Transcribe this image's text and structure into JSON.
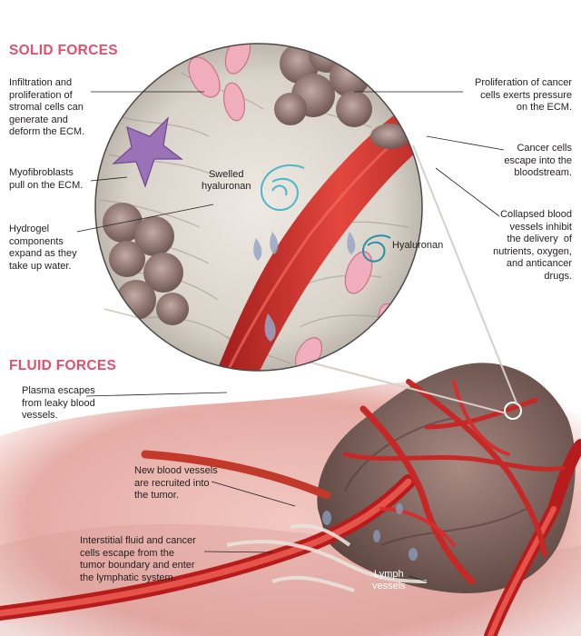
{
  "solid_forces": {
    "heading": "SOLID FORCES",
    "annotations": [
      {
        "id": "stromal",
        "text": "Infiltration and\nproliferation of\nstromal cells can\ngenerate and\ndeform the ECM."
      },
      {
        "id": "myofibroblasts",
        "text": "Myofibroblasts\npull on the ECM."
      },
      {
        "id": "hydrogel",
        "text": "Hydrogel\ncomponents\nexpand as they\ntake up water."
      },
      {
        "id": "proliferation",
        "text": "Proliferation of cancer\ncells exerts pressure\non the ECM."
      },
      {
        "id": "escape",
        "text": "Cancer cells\nescape into the\nbloodstream."
      },
      {
        "id": "collapsed",
        "text": "Collapsed blood\nvessels inhibit\nthe delivery  of\nnutrients, oxygen,\nand anticancer\ndrugs."
      }
    ],
    "inner_labels": {
      "swelled": "Swelled\nhyaluronan",
      "hyaluronan": "Hyaluronan"
    }
  },
  "fluid_forces": {
    "heading": "FLUID FORCES",
    "annotations": [
      {
        "id": "plasma",
        "text": "Plasma escapes\nfrom leaky blood\nvessels."
      },
      {
        "id": "new_vessels",
        "text": "New blood vessels\nare recruited into\nthe tumor."
      },
      {
        "id": "interstitial",
        "text": "Interstitial fluid and cancer\ncells escape from the\ntumor boundary and enter\nthe lymphatic system."
      }
    ],
    "inner_labels": {
      "lymph": "Lymph\nvessels"
    }
  },
  "colors": {
    "heading": "#e2506f",
    "vessel": "#c62828",
    "tumor": "#8a6a64",
    "ecm": "#ddd6cc",
    "tissue": "#e8b7b3"
  }
}
